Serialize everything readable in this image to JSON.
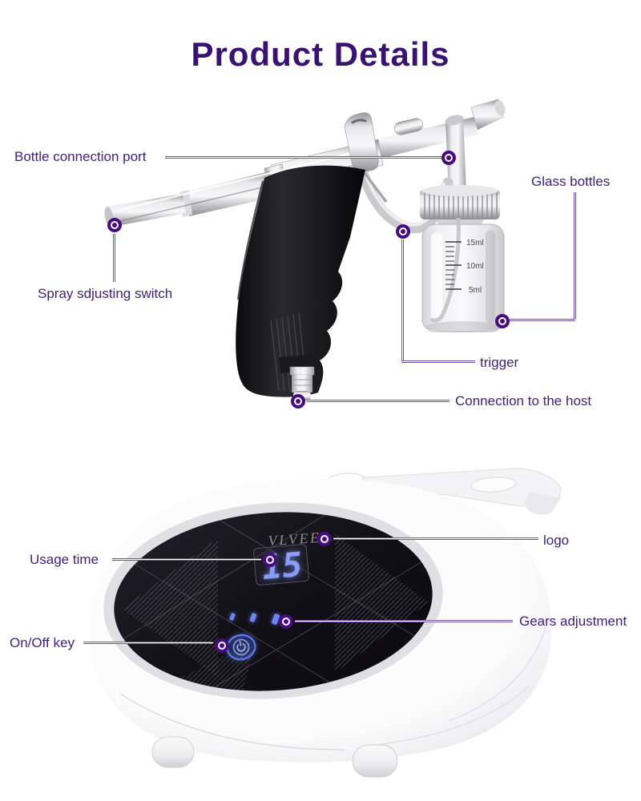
{
  "title": "Product Details",
  "colors": {
    "title_purple": "#3A1273",
    "label_purple": "#3F1E7E",
    "callout_line_purple": "#6F55A5",
    "marker_purple": "#470D80",
    "display_blue": "#8A9CF6",
    "power_blue": "#5C7BF2",
    "brand_grey": "#8E8E97"
  },
  "gun": {
    "callouts": {
      "bottle_connection_port": "Bottle connection port",
      "glass_bottles": "Glass bottles",
      "spray_adjusting_switch": "Spray sdjusting switch",
      "trigger": "trigger",
      "connection_to_host": "Connection to the host"
    },
    "bottle_graduations": [
      "15ml",
      "10ml",
      "5ml"
    ]
  },
  "machine": {
    "brand": "VLVEE",
    "display_value": "15",
    "gear_dots_count": 3,
    "callouts": {
      "logo": "logo",
      "usage_time": "Usage time",
      "gears_adjustment": "Gears adjustment",
      "on_off_key": "On/Off key"
    }
  }
}
